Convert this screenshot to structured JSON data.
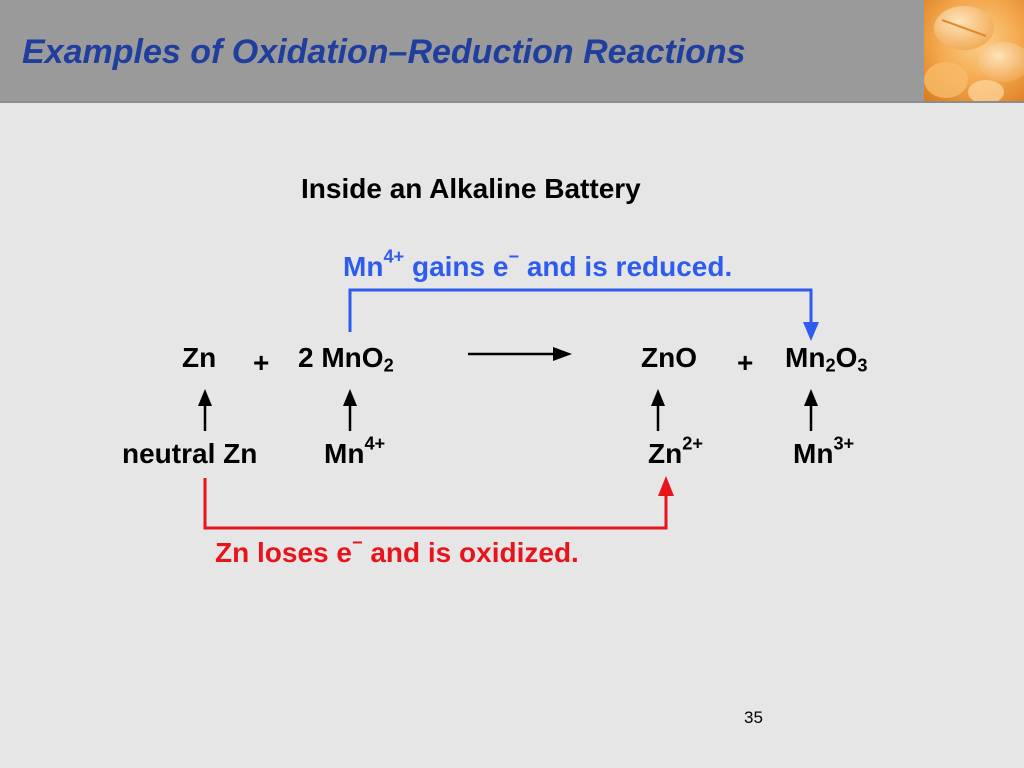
{
  "title": "Examples of Oxidation–Reduction Reactions",
  "subtitle": "Inside an Alkaline Battery",
  "reduction_note": {
    "ion": "Mn",
    "charge": "4+",
    "text": " gains e",
    "electron_charge": "−",
    "rest": " and is reduced."
  },
  "oxidation_note": {
    "text": "Zn loses e",
    "electron_charge": "−",
    "rest": " and is oxidized."
  },
  "equation": {
    "reactant1": "Zn",
    "plus1": "+",
    "reactant2": {
      "coef": "2 ",
      "base": "MnO",
      "sub": "2"
    },
    "product1": "ZnO",
    "plus2": "+",
    "product2": {
      "a": "Mn",
      "a_sub": "2",
      "b": "O",
      "b_sub": "3"
    }
  },
  "species": {
    "zn": "neutral Zn",
    "mn4": {
      "base": "Mn",
      "charge": "4+"
    },
    "zn2": {
      "base": "Zn",
      "charge": "2+"
    },
    "mn3": {
      "base": "Mn",
      "charge": "3+"
    }
  },
  "page_number": "35",
  "colors": {
    "title": "#1f3e9e",
    "reduction": "#2e5bf0",
    "oxidation": "#e8141b",
    "header": "#9a9a9a",
    "background": "#e6e6e6"
  },
  "icons": {
    "corner": "pills-photo-icon",
    "reaction_arrow": "right-arrow-icon"
  }
}
